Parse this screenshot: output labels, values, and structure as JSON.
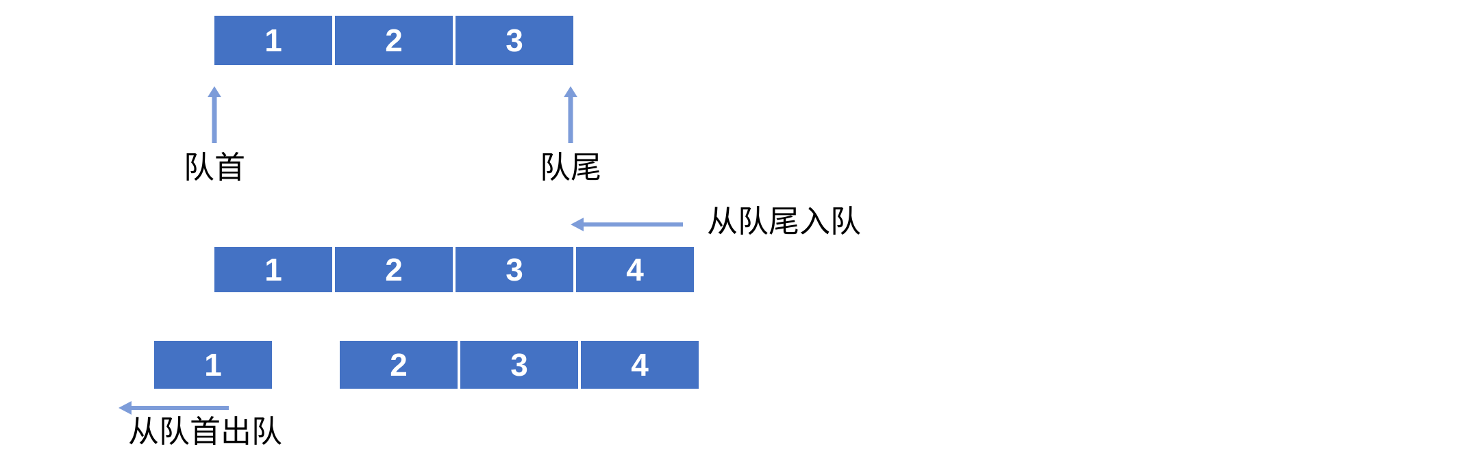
{
  "colors": {
    "box_fill": "#4472C4",
    "box_number_text": "#FFFFFF",
    "arrow": "#7D9CD9",
    "label_text": "#000000",
    "background": "#FFFFFF"
  },
  "step1_initial_queue": {
    "cells": [
      "1",
      "2",
      "3"
    ],
    "front_label": "队首",
    "rear_label": "队尾",
    "front_arrow_direction": "up",
    "rear_arrow_direction": "up"
  },
  "step2_after_enqueue": {
    "cells": [
      "1",
      "2",
      "3",
      "4"
    ],
    "enqueue_label": "从队尾入队",
    "enqueue_arrow_direction": "left"
  },
  "step3_after_dequeue": {
    "dequeued_cell": "1",
    "cells": [
      "2",
      "3",
      "4"
    ],
    "dequeue_label": "从队首出队",
    "dequeue_arrow_direction": "left"
  }
}
